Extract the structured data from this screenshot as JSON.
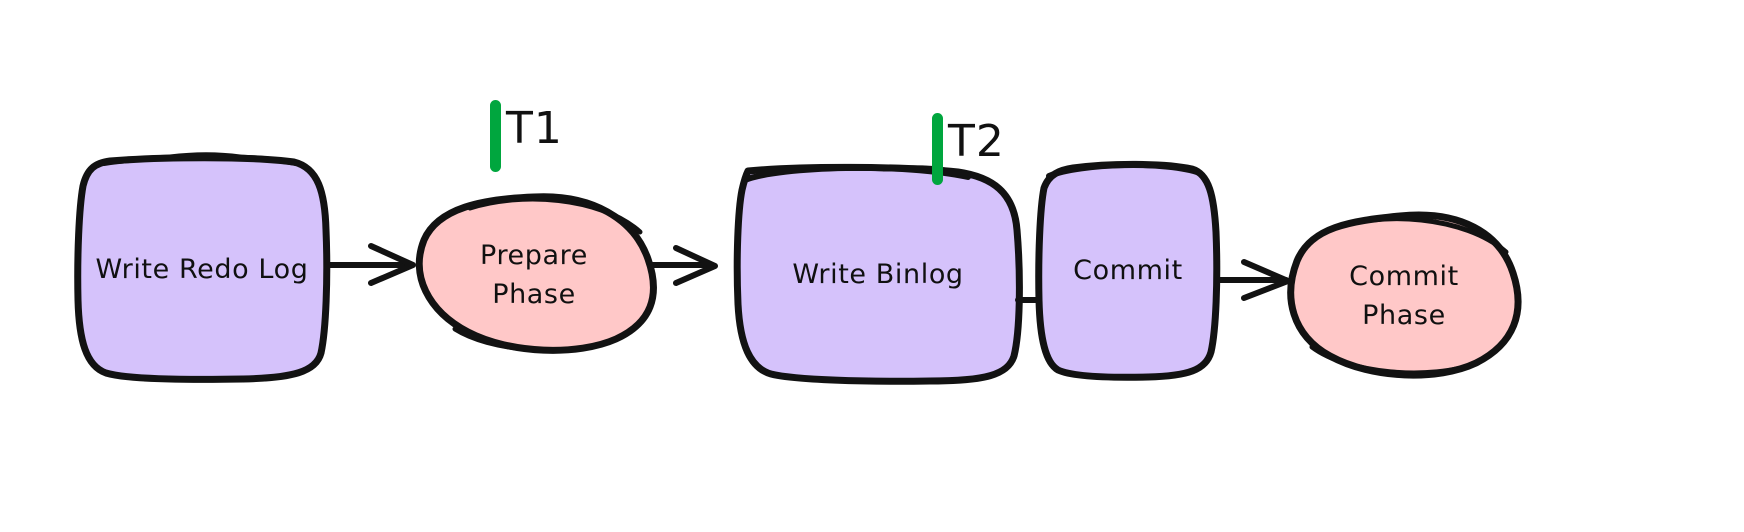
{
  "diagram": {
    "type": "flowchart",
    "title": "",
    "background_color": "#ffffff",
    "style": "hand-drawn",
    "palette": {
      "process_fill": "#d5c2fb",
      "phase_fill": "#ffc8c8",
      "stroke": "#121212",
      "marker_green": "#00a63e",
      "text": "#101010"
    },
    "nodes": [
      {
        "id": "write-redo-log",
        "label": "Write Redo Log",
        "shape": "rounded-rect",
        "fill": "#d5c2fb"
      },
      {
        "id": "prepare-phase",
        "label": "Prepare\nPhase",
        "shape": "ellipse",
        "fill": "#ffc8c8"
      },
      {
        "id": "write-binlog",
        "label": "Write Binlog",
        "shape": "rounded-rect",
        "fill": "#d5c2fb"
      },
      {
        "id": "commit",
        "label": "Commit",
        "shape": "rounded-rect",
        "fill": "#d5c2fb"
      },
      {
        "id": "commit-phase",
        "label": "Commit\nPhase",
        "shape": "ellipse",
        "fill": "#ffc8c8"
      }
    ],
    "edges": [
      {
        "from": "write-redo-log",
        "to": "prepare-phase",
        "label": ""
      },
      {
        "from": "prepare-phase",
        "to": "write-binlog",
        "label": ""
      },
      {
        "from": "write-binlog",
        "to": "commit",
        "label": ""
      },
      {
        "from": "commit",
        "to": "commit-phase",
        "label": ""
      }
    ],
    "markers": [
      {
        "id": "t1",
        "label": "T1",
        "color": "#00a63e"
      },
      {
        "id": "t2",
        "label": "T2",
        "color": "#00a63e"
      }
    ]
  }
}
